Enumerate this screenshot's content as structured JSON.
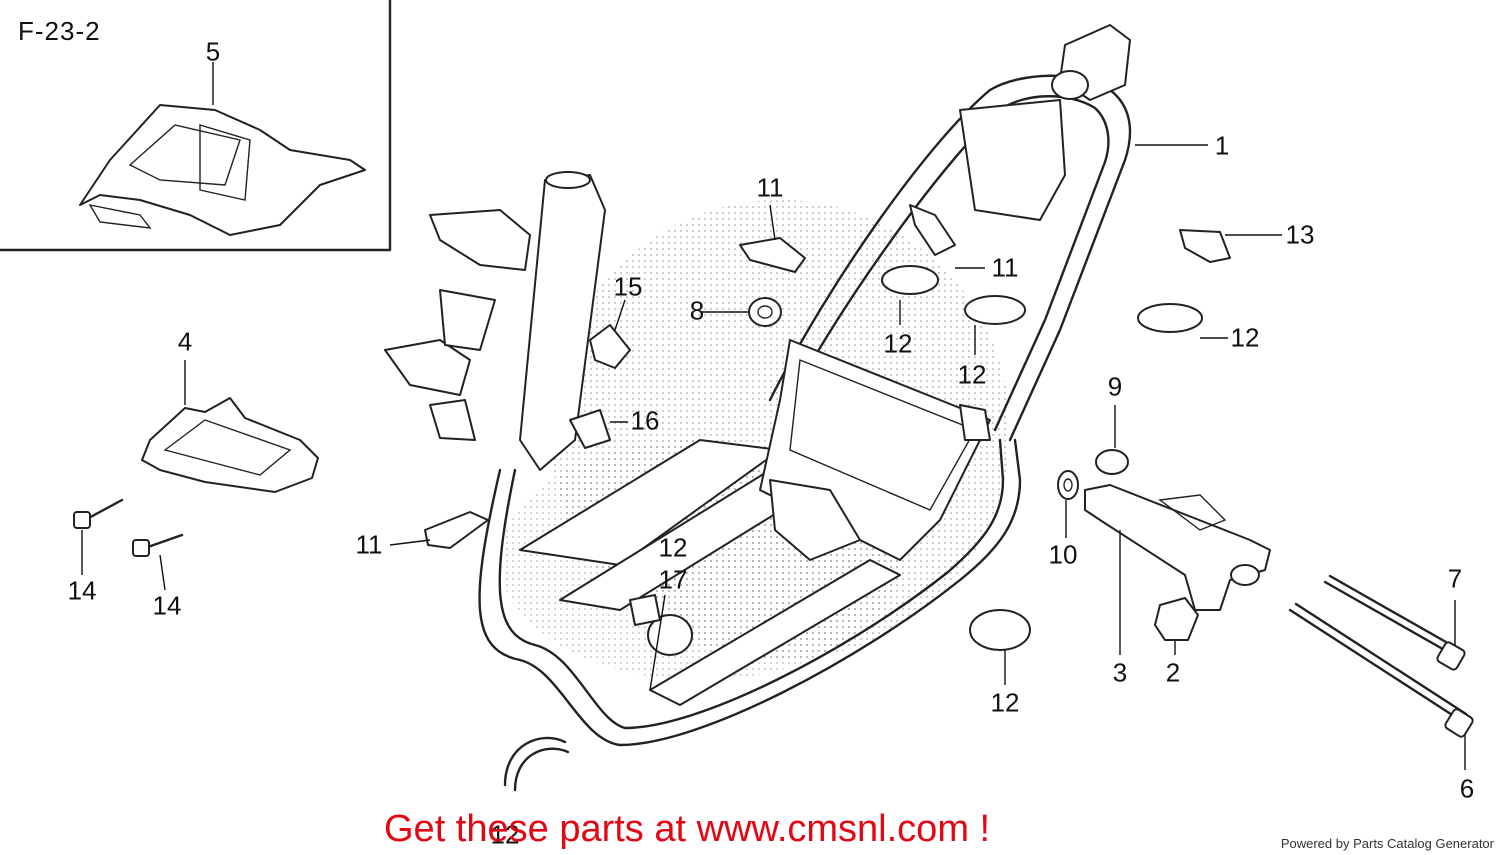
{
  "diagram_code": "F-23-2",
  "callouts": [
    {
      "id": "c1",
      "text": "1"
    },
    {
      "id": "c2",
      "text": "2"
    },
    {
      "id": "c3",
      "text": "3"
    },
    {
      "id": "c4",
      "text": "4"
    },
    {
      "id": "c5",
      "text": "5"
    },
    {
      "id": "c6",
      "text": "6"
    },
    {
      "id": "c7",
      "text": "7"
    },
    {
      "id": "c8",
      "text": "8"
    },
    {
      "id": "c9",
      "text": "9"
    },
    {
      "id": "c10",
      "text": "10"
    },
    {
      "id": "c11a",
      "text": "11"
    },
    {
      "id": "c11b",
      "text": "11"
    },
    {
      "id": "c11c",
      "text": "11"
    },
    {
      "id": "c12a",
      "text": "12"
    },
    {
      "id": "c12b",
      "text": "12"
    },
    {
      "id": "c12c",
      "text": "12"
    },
    {
      "id": "c12d",
      "text": "12"
    },
    {
      "id": "c12e",
      "text": "12"
    },
    {
      "id": "c12f",
      "text": "12"
    },
    {
      "id": "c12g",
      "text": "12"
    },
    {
      "id": "c13",
      "text": "13"
    },
    {
      "id": "c14a",
      "text": "14"
    },
    {
      "id": "c14b",
      "text": "14"
    },
    {
      "id": "c15",
      "text": "15"
    },
    {
      "id": "c16",
      "text": "16"
    },
    {
      "id": "c17",
      "text": "17"
    }
  ],
  "call_to_action": "Get these parts at www.cmsnl.com !",
  "credit": "Powered by Parts Catalog Generator",
  "colors": {
    "cta": "#e30613",
    "line": "#222222",
    "background": "#ffffff"
  }
}
